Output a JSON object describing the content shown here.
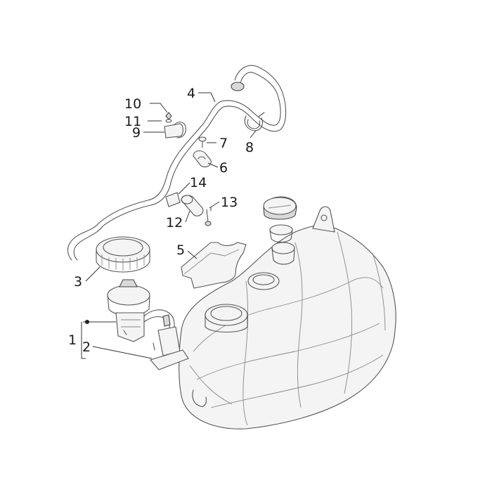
{
  "callouts": [
    {
      "id": "10",
      "label": "10"
    },
    {
      "id": "11",
      "label": "11"
    },
    {
      "id": "9",
      "label": "9"
    },
    {
      "id": "4",
      "label": "4"
    },
    {
      "id": "7",
      "label": "7"
    },
    {
      "id": "8",
      "label": "8"
    },
    {
      "id": "6",
      "label": "6"
    },
    {
      "id": "14",
      "label": "14"
    },
    {
      "id": "13",
      "label": "13"
    },
    {
      "id": "12",
      "label": "12"
    },
    {
      "id": "5",
      "label": "5"
    },
    {
      "id": "3",
      "label": "3"
    },
    {
      "id": "1",
      "label": "1"
    },
    {
      "id": "2",
      "label": "2"
    }
  ],
  "colors": {
    "line": "#555555",
    "label": "#1a1a1a",
    "background": "#ffffff"
  }
}
